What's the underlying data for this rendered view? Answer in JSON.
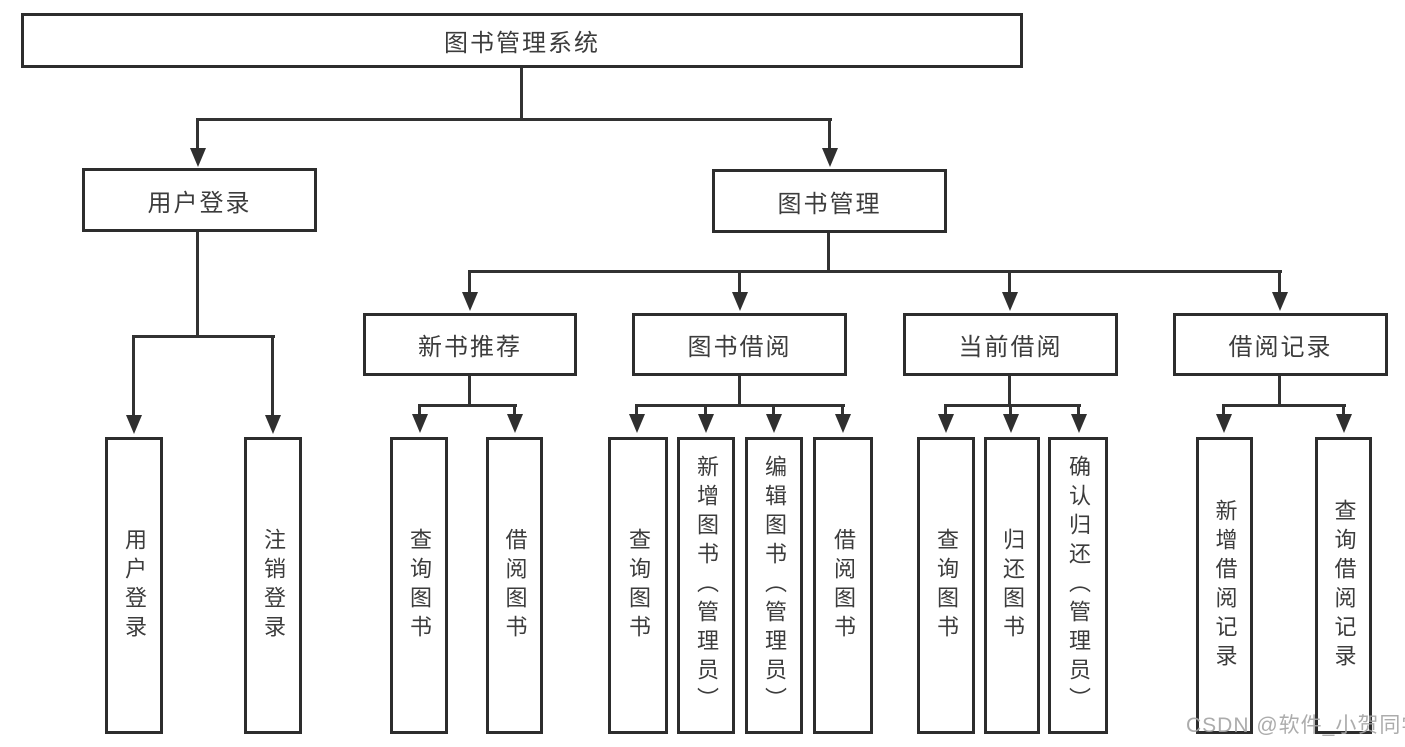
{
  "tree": {
    "root": {
      "label": "图书管理系统"
    },
    "branches": [
      {
        "label": "用户登录",
        "children": [
          {
            "label": "用户登录"
          },
          {
            "label": "注销登录"
          }
        ]
      },
      {
        "label": "图书管理",
        "children": [
          {
            "label": "新书推荐",
            "children": [
              {
                "label": "查询图书"
              },
              {
                "label": "借阅图书"
              }
            ]
          },
          {
            "label": "图书借阅",
            "children": [
              {
                "label": "查询图书"
              },
              {
                "label": "新增图书（管理员）"
              },
              {
                "label": "编辑图书（管理员）"
              },
              {
                "label": "借阅图书"
              }
            ]
          },
          {
            "label": "当前借阅",
            "children": [
              {
                "label": "查询图书"
              },
              {
                "label": "归还图书"
              },
              {
                "label": "确认归还（管理员）"
              }
            ]
          },
          {
            "label": "借阅记录",
            "children": [
              {
                "label": "新增借阅记录"
              },
              {
                "label": "查询借阅记录"
              }
            ]
          }
        ]
      }
    ]
  },
  "watermark": {
    "text": "CSDN @软件_小贺同学"
  },
  "colors": {
    "line": "#323232",
    "box_border": "#2d2d2d",
    "text": "#3c3c3c",
    "watermark": "#a5a5a5",
    "background": "#ffffff"
  }
}
